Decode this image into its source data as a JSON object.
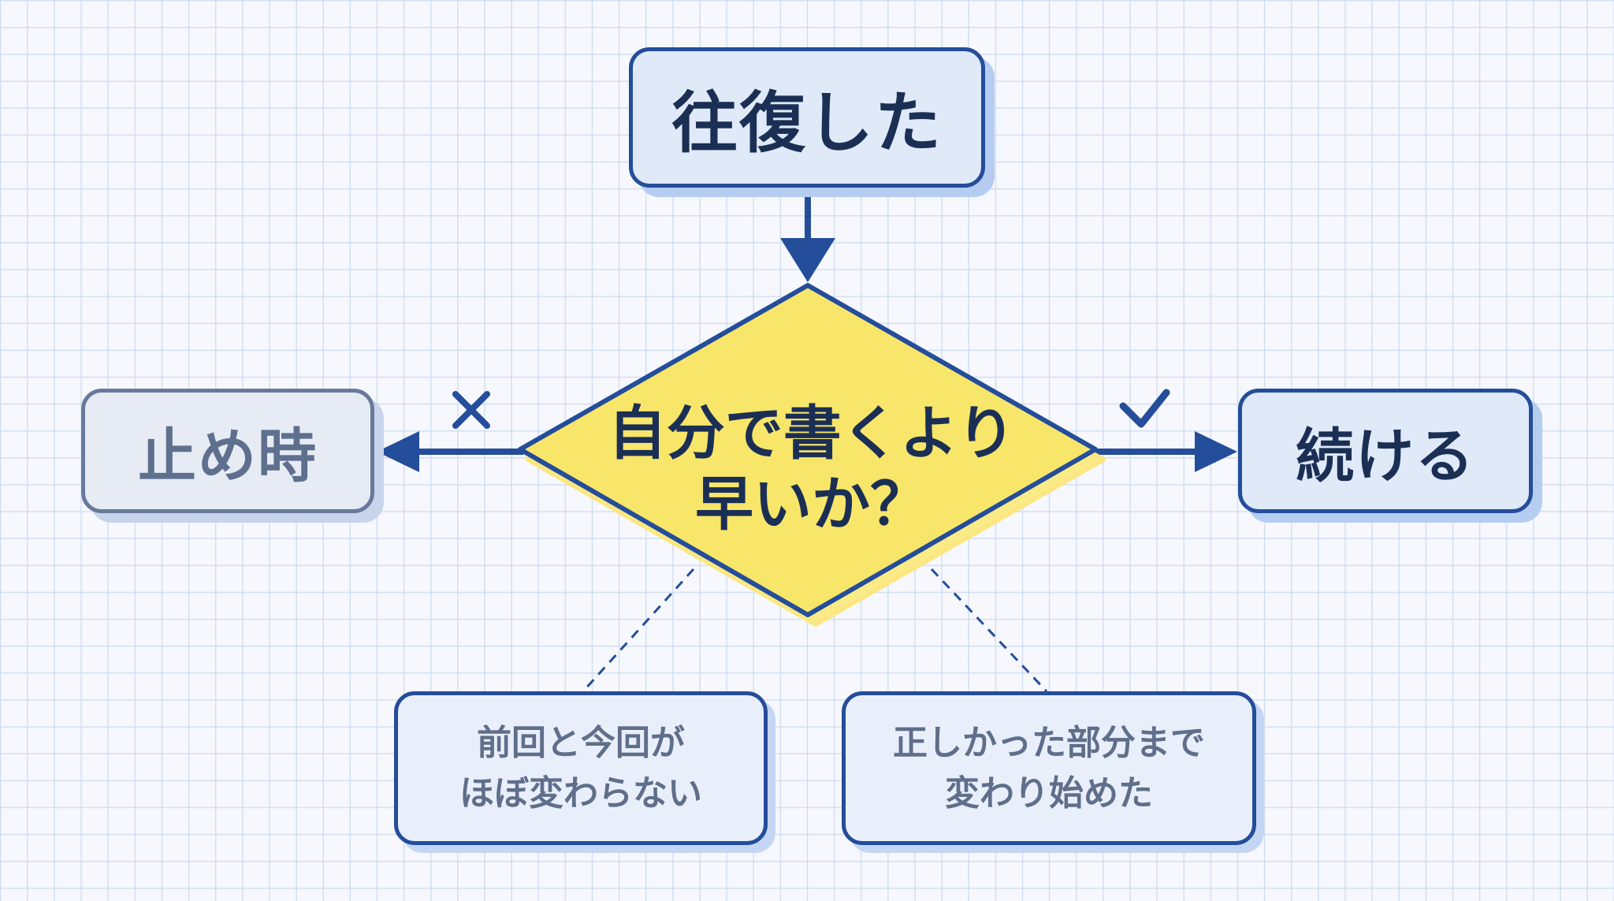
{
  "nodes": {
    "top": "往復した",
    "decision": [
      "自分で書くより",
      "早いか？"
    ],
    "left": "止め時",
    "right": "続ける"
  },
  "notes": {
    "left": [
      "前回と今回が",
      "ほぼ変わらない"
    ],
    "right": [
      "正しかった部分まで",
      "変わり始めた"
    ]
  },
  "colors": {
    "primary": "#244d9a",
    "decision_fill": "#f8e66b",
    "muted": "#677a9c"
  },
  "icons": {
    "no_branch": "cross-icon",
    "yes_branch": "check-icon"
  }
}
